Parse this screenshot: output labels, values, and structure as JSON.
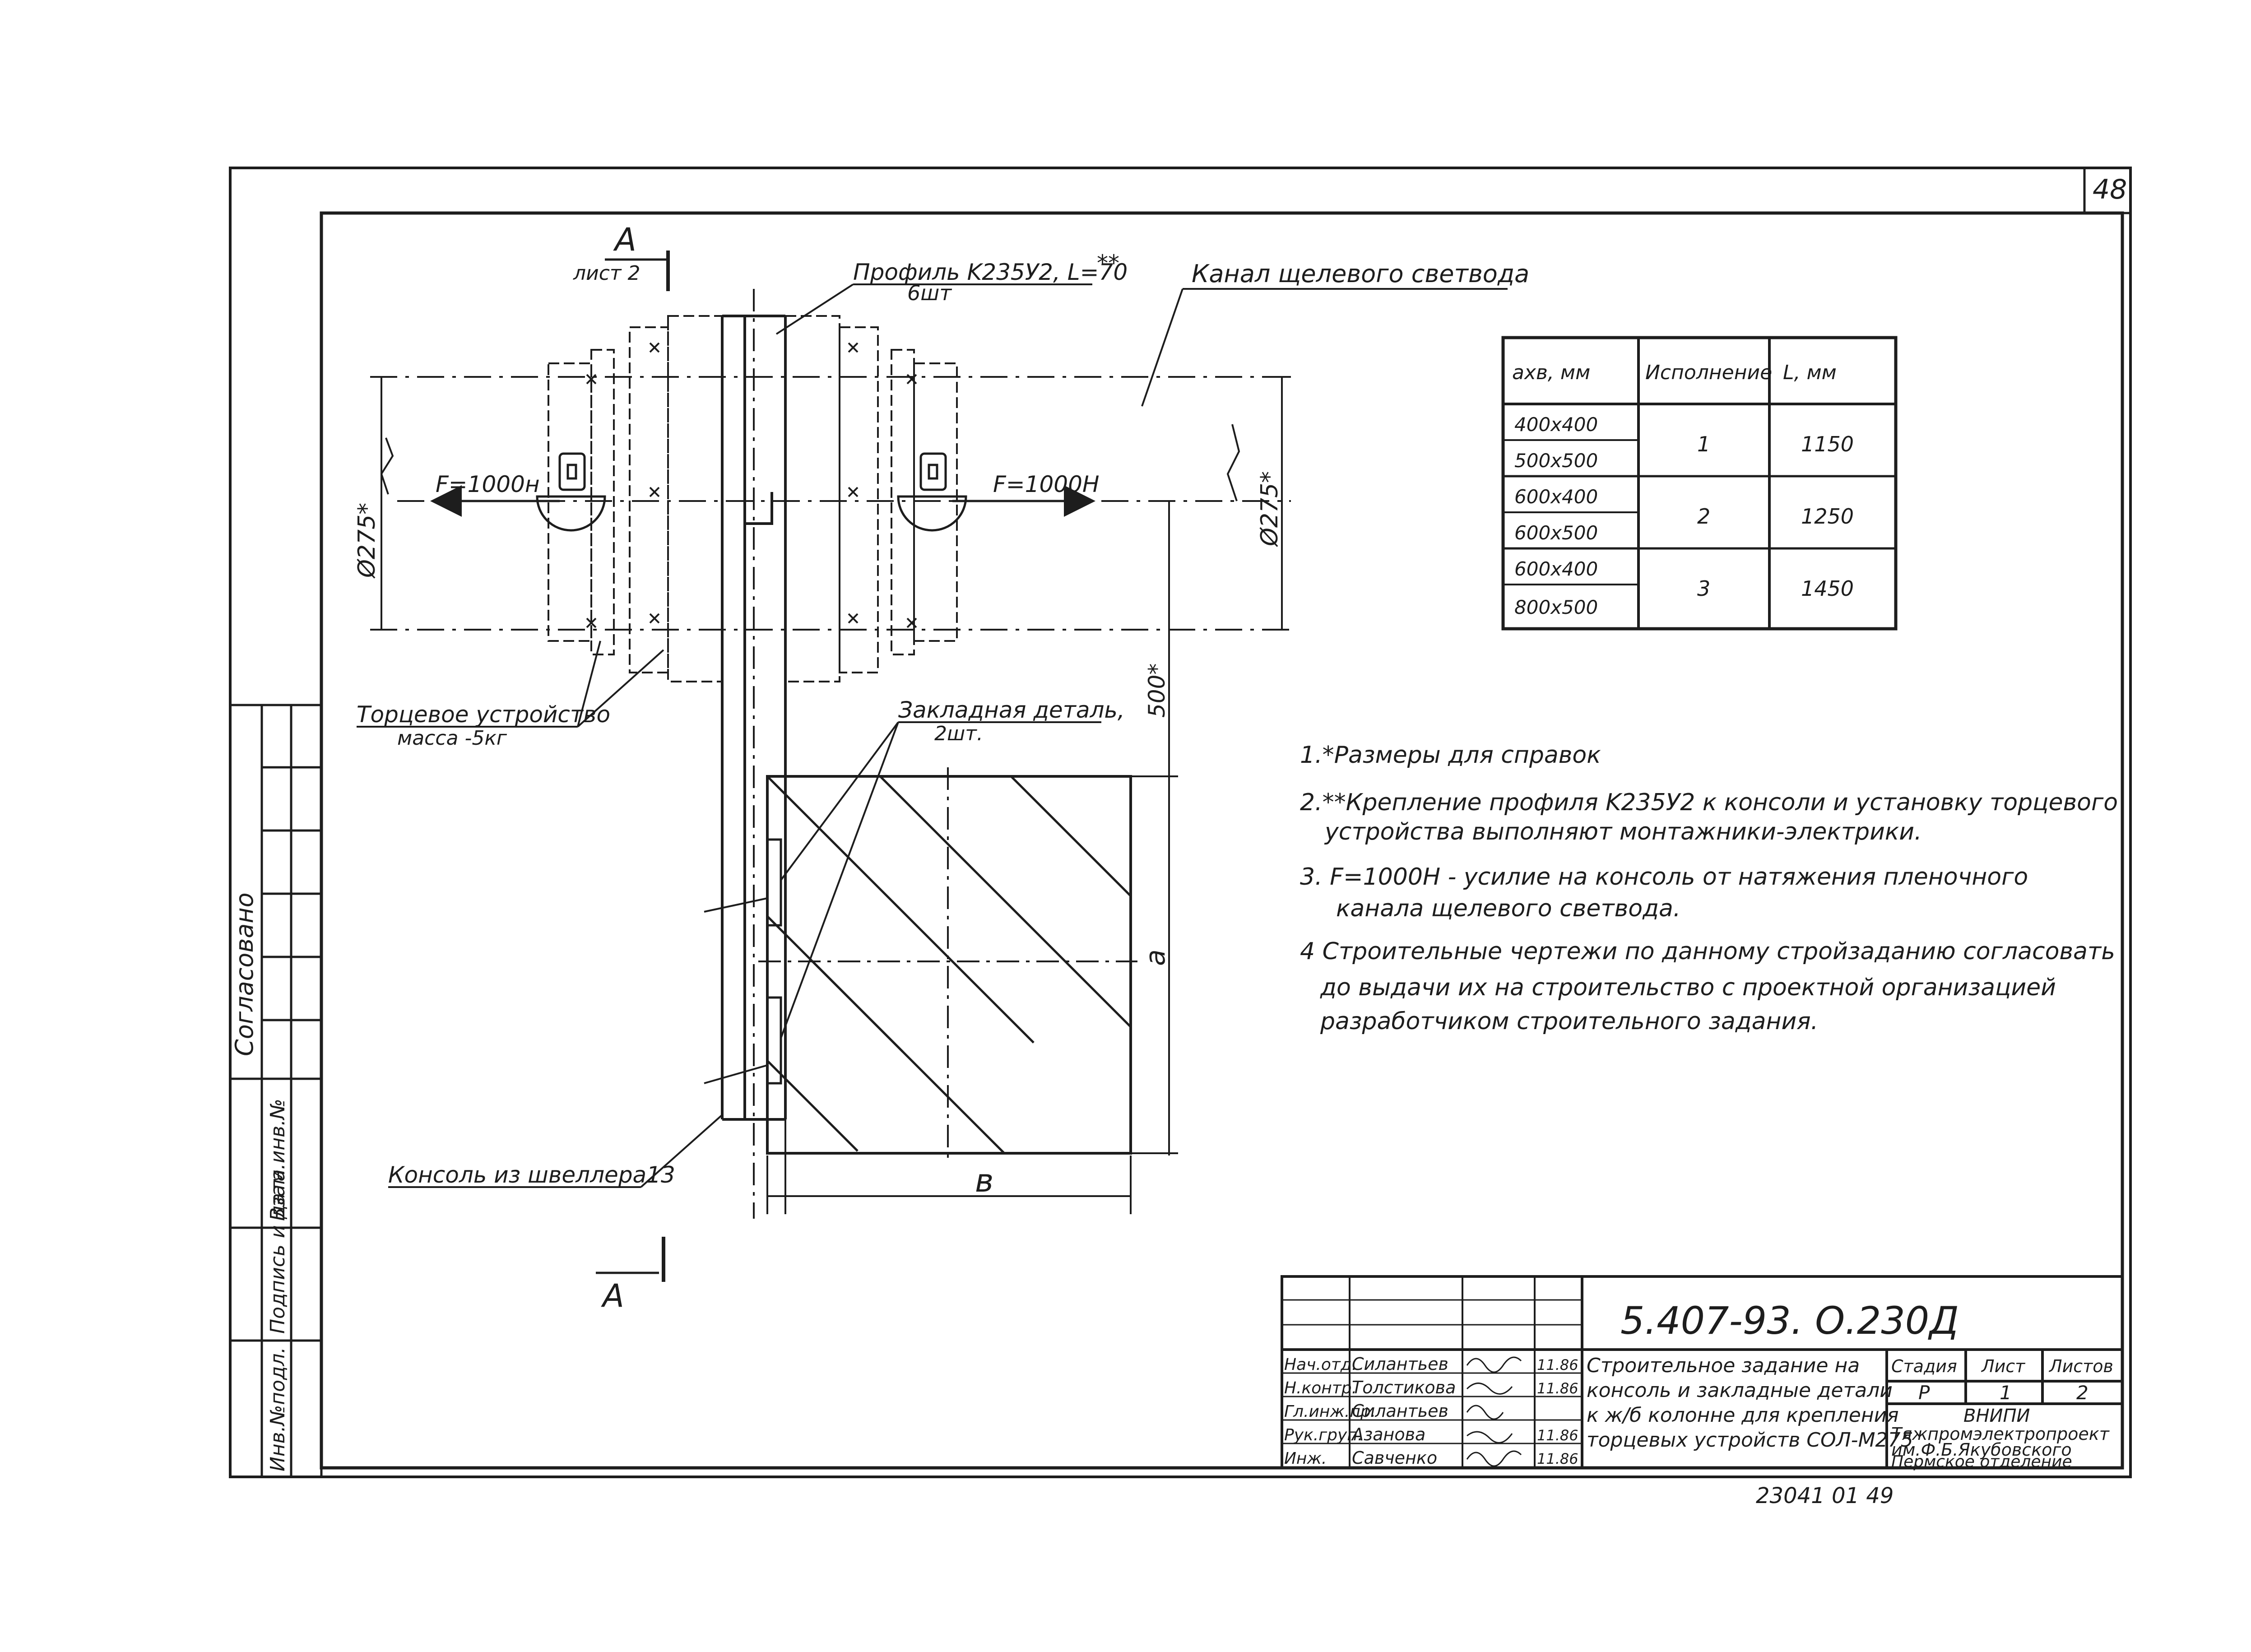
{
  "sheet": {
    "page_number": "48",
    "bottom_number": "23041 01 49"
  },
  "section": {
    "label_a": "А",
    "label_sheet": "лист 2",
    "label_a_bottom": "А"
  },
  "callouts": {
    "profile": "Профиль K235У2, L=70",
    "profile_qty": "6шт",
    "profile_mark": "**",
    "channel": "Канал щелевого светвода",
    "end_device": "Торцевое устройство",
    "end_device_mass": "масса -5кг",
    "embedded_part": "Закладная деталь,",
    "embedded_qty": "2шт.",
    "console": "Консоль из швеллера13"
  },
  "dims": {
    "force_left": "F=1000н",
    "force_right": "F=1000Н",
    "dia_left": "Ø275*",
    "dia_right": "Ø275*",
    "d500": "500*",
    "dim_a": "а",
    "dim_b": "в"
  },
  "table": {
    "headers": [
      "axв, мм",
      "Исполнение",
      "L, мм"
    ],
    "rows": [
      {
        "size1": "400x400",
        "size2": "500x500",
        "exec": "1",
        "L": "1150"
      },
      {
        "size1": "600x400",
        "size2": "600x500",
        "exec": "2",
        "L": "1250"
      },
      {
        "size1": "600x400",
        "size2": "800x500",
        "exec": "3",
        "L": "1450"
      }
    ]
  },
  "notes": [
    "1.*Размеры для справок",
    "2.**Крепление профиля K235У2 к консоли и установку торцевого",
    "устройства выполняют монтажники-электрики.",
    "3. F=1000Н - усилие на консоль от натяжения пленочного",
    "канала щелевого светвода.",
    "4 Строительные чертежи по данному стройзаданию согласовать",
    "до выдачи их на строительство с проектной организацией",
    "разработчиком строительного задания."
  ],
  "side_stamp": {
    "agreed": "Согласовано",
    "inv_orig": "Инв.№подл.",
    "sign_date": "Подпись и дата",
    "inst_inv": "Взам.инв.№"
  },
  "title_block": {
    "doc_code": "5.407-93. О.230Д",
    "title_lines": [
      "Строительное задание на",
      "консоль и закладные детали",
      "к ж/б колонне для крепления",
      "торцевых устройств СОЛ-М275"
    ],
    "stage_label": "Стадия",
    "sheet_label": "Лист",
    "sheets_label": "Листов",
    "stage": "Р",
    "sheet": "1",
    "sheets": "2",
    "org": [
      "ВНИПИ",
      "Тяжпромэлектропроект",
      "им.Ф.Б.Якубовского",
      "Пермское отделение"
    ],
    "people": [
      {
        "role": "Нач.отд.",
        "name": "Силантьев",
        "date": "11.86"
      },
      {
        "role": "Н.контр.",
        "name": "Толстикова",
        "date": "11.86"
      },
      {
        "role": "Гл.инж.пр.",
        "name": "Силантьев",
        "date": ""
      },
      {
        "role": "Рук.груп.",
        "name": "Азанова",
        "date": "11.86"
      },
      {
        "role": "Инж.",
        "name": "Савченко",
        "date": "11.86"
      }
    ]
  }
}
